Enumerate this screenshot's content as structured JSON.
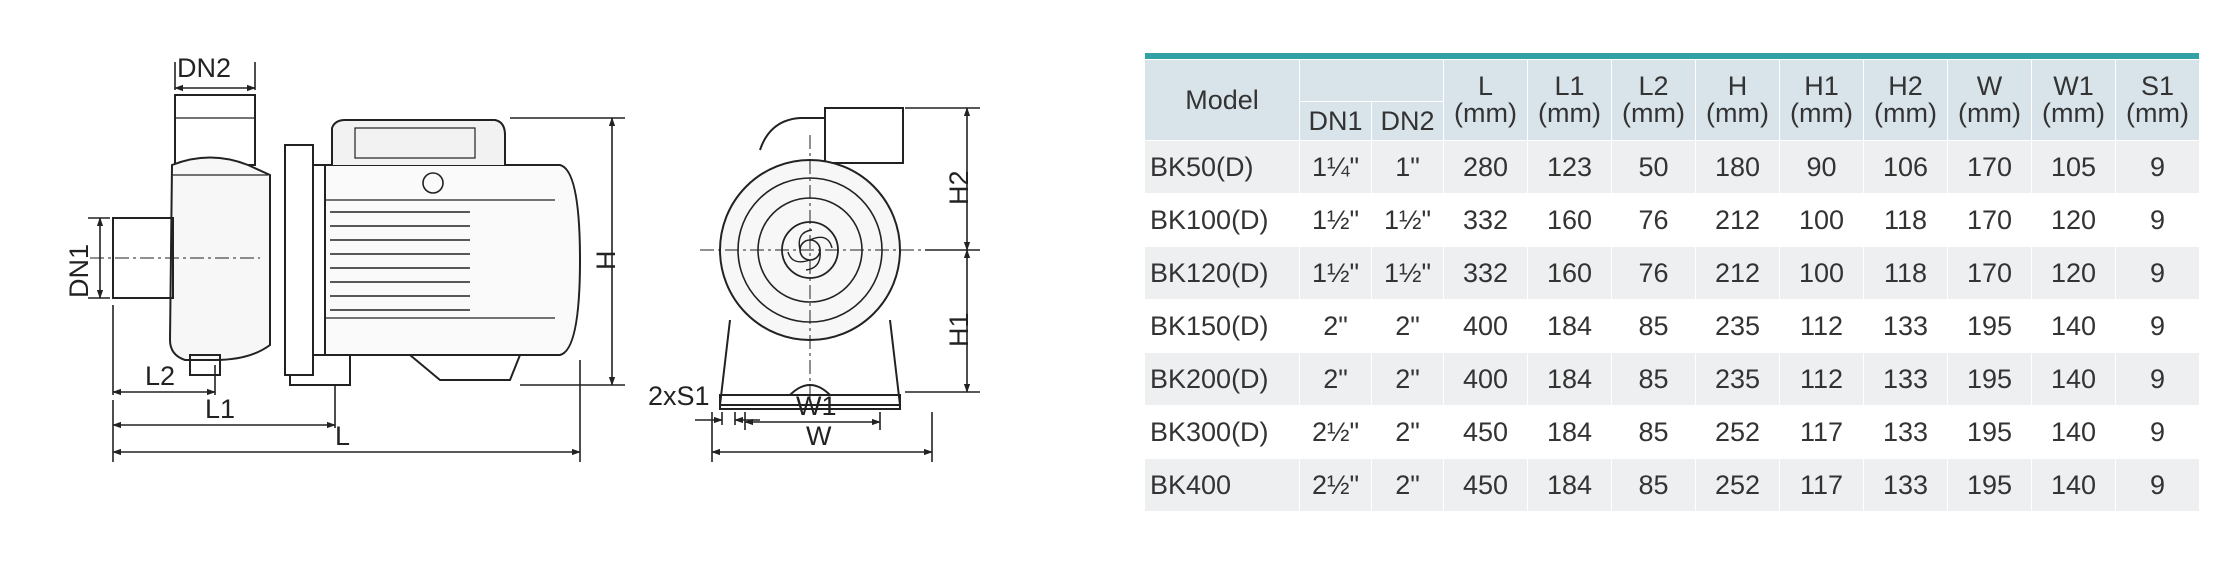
{
  "drawing": {
    "side_view_labels": {
      "dn2": "DN2",
      "dn1": "DN1",
      "l2": "L2",
      "l1": "L1",
      "l": "L",
      "h": "H"
    },
    "front_view_labels": {
      "h2": "H2",
      "h1": "H1",
      "s1": "2xS1",
      "w1": "W1",
      "w": "W"
    }
  },
  "table": {
    "accent_color": "#31a1a6",
    "header_bg": "#d9e4ea",
    "model_header": "Model",
    "dn_headers": [
      "DN1",
      "DN2"
    ],
    "dim_headers": [
      {
        "name": "L",
        "unit": "(mm)"
      },
      {
        "name": "L1",
        "unit": "(mm)"
      },
      {
        "name": "L2",
        "unit": "(mm)"
      },
      {
        "name": "H",
        "unit": "(mm)"
      },
      {
        "name": "H1",
        "unit": "(mm)"
      },
      {
        "name": "H2",
        "unit": "(mm)"
      },
      {
        "name": "W",
        "unit": "(mm)"
      },
      {
        "name": "W1",
        "unit": "(mm)"
      },
      {
        "name": "S1",
        "unit": "(mm)"
      }
    ],
    "rows": [
      [
        "BK50(D)",
        "1¼\"",
        "1\"",
        "280",
        "123",
        "50",
        "180",
        "90",
        "106",
        "170",
        "105",
        "9"
      ],
      [
        "BK100(D)",
        "1½\"",
        "1½\"",
        "332",
        "160",
        "76",
        "212",
        "100",
        "118",
        "170",
        "120",
        "9"
      ],
      [
        "BK120(D)",
        "1½\"",
        "1½\"",
        "332",
        "160",
        "76",
        "212",
        "100",
        "118",
        "170",
        "120",
        "9"
      ],
      [
        "BK150(D)",
        "2\"",
        "2\"",
        "400",
        "184",
        "85",
        "235",
        "112",
        "133",
        "195",
        "140",
        "9"
      ],
      [
        "BK200(D)",
        "2\"",
        "2\"",
        "400",
        "184",
        "85",
        "235",
        "112",
        "133",
        "195",
        "140",
        "9"
      ],
      [
        "BK300(D)",
        "2½\"",
        "2\"",
        "450",
        "184",
        "85",
        "252",
        "117",
        "133",
        "195",
        "140",
        "9"
      ],
      [
        "BK400",
        "2½\"",
        "2\"",
        "450",
        "184",
        "85",
        "252",
        "117",
        "133",
        "195",
        "140",
        "9"
      ]
    ]
  }
}
